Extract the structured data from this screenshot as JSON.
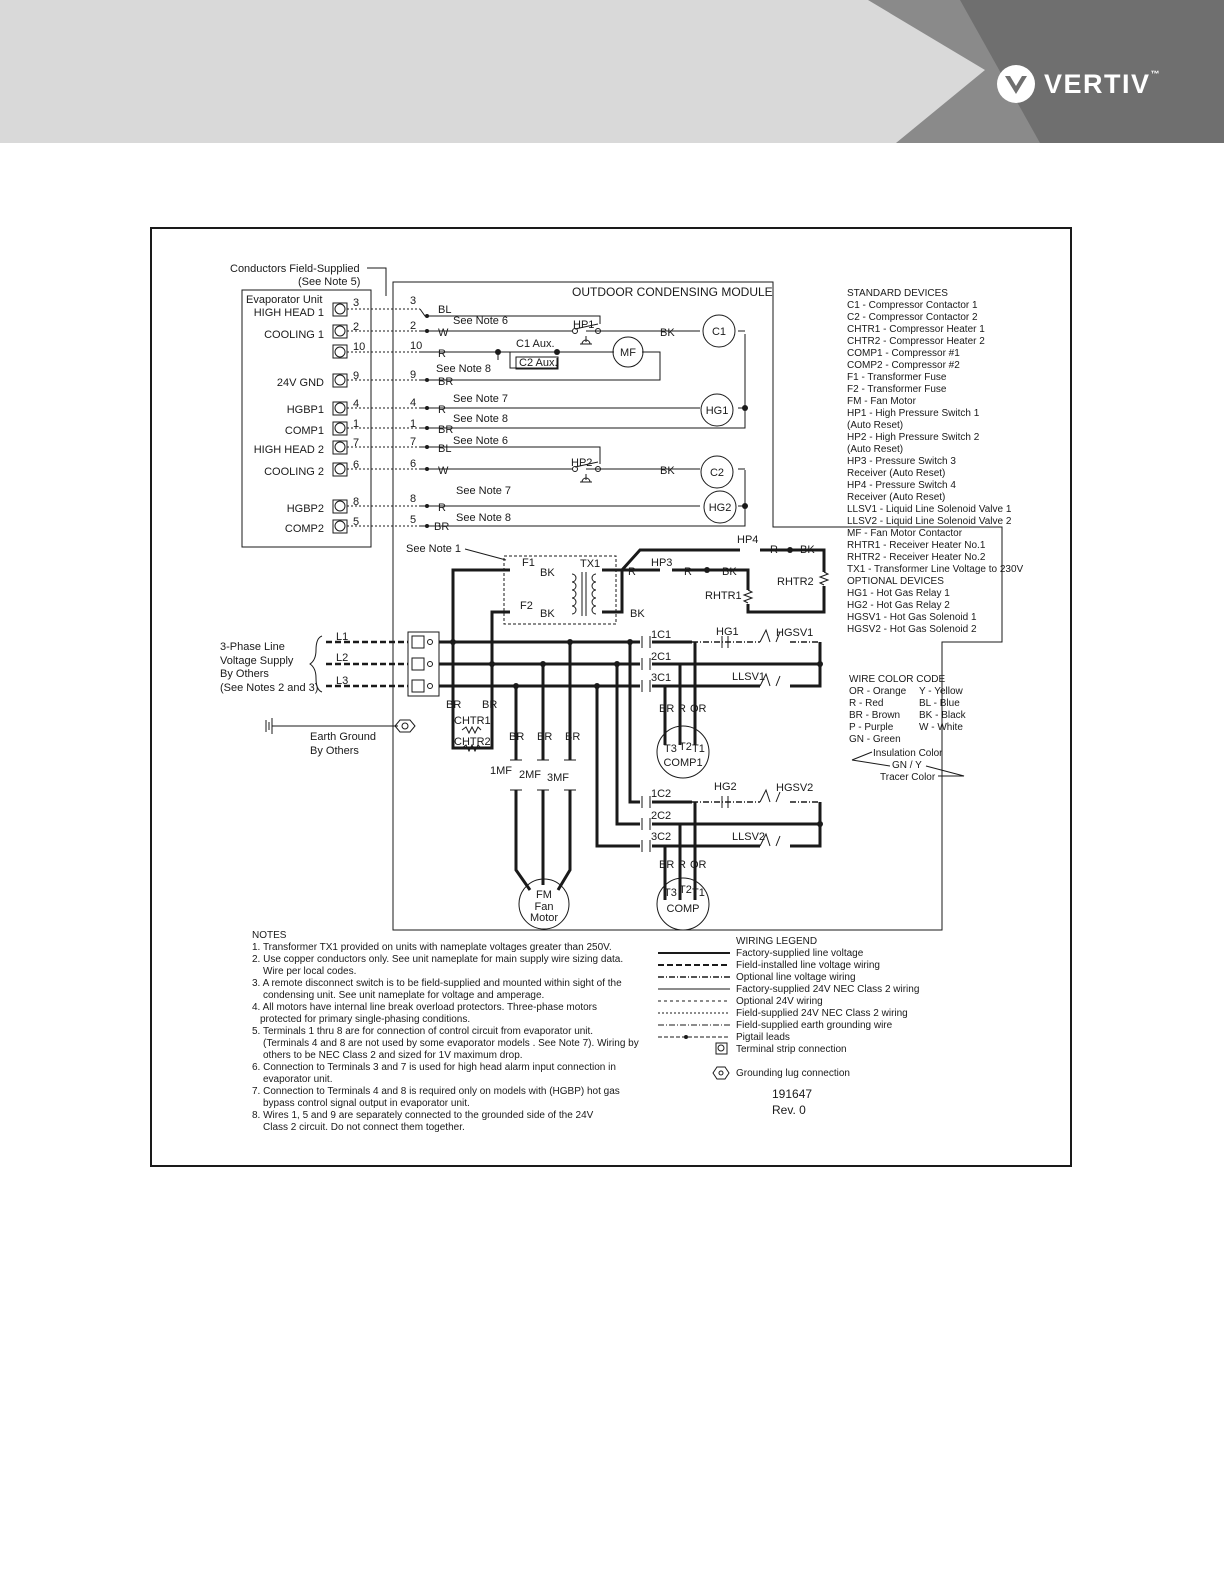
{
  "brand": {
    "name": "VERTIV",
    "tm": "™"
  },
  "diagram": {
    "field_supplied_label": [
      "Conductors Field-Supplied",
      "(See Note 5)"
    ],
    "evaporator_unit_label": "Evaporator Unit",
    "module_title": "OUTDOOR CONDENSING MODULE",
    "terminal_labels": [
      {
        "name": "HIGH HEAD 1",
        "num": "3"
      },
      {
        "name": "COOLING 1",
        "num": "2"
      },
      {
        "name": "",
        "num": "10"
      },
      {
        "name": "24V GND",
        "num": "9"
      },
      {
        "name": "HGBP1",
        "num": "4"
      },
      {
        "name": "COMP1",
        "num": "1"
      },
      {
        "name": "HIGH HEAD 2",
        "num": "7"
      },
      {
        "name": "COOLING 2",
        "num": "6"
      },
      {
        "name": "HGBP2",
        "num": "8"
      },
      {
        "name": "COMP2",
        "num": "5"
      }
    ],
    "wire_labels": {
      "bl": "BL",
      "w": "W",
      "r": "R",
      "br": "BR",
      "bk": "BK",
      "or": "OR"
    },
    "notes_refs": {
      "n1": "See Note 1",
      "n6": "See Note 6",
      "n7": "See Note 7",
      "n8": "See Note 8"
    },
    "components": {
      "hp1": "HP1",
      "hp2": "HP2",
      "hp3": "HP3",
      "hp4": "HP4",
      "c1": "C1",
      "c2": "C2",
      "hg1": "HG1",
      "hg2": "HG2",
      "mf": "MF",
      "c1aux": "C1 Aux.",
      "c2aux": "C2 Aux.",
      "f1": "F1",
      "f2": "F2",
      "tx1": "TX1",
      "rhtr1": "RHTR1",
      "rhtr2": "RHTR2",
      "chtr1": "CHTR1",
      "chtr2": "CHTR2",
      "c1_1": "1C1",
      "c1_2": "2C1",
      "c1_3": "3C1",
      "c2_1": "1C2",
      "c2_2": "2C2",
      "c2_3": "3C2",
      "hgsv1": "HGSV1",
      "hgsv2": "HGSV2",
      "llsv1": "LLSV1",
      "llsv2": "LLSV2",
      "mf1": "1MF",
      "mf2": "2MF",
      "mf3": "3MF",
      "t3": "T3",
      "t2": "T2",
      "t1": "T1",
      "comp1": "COMP1",
      "comp": "COMP",
      "fm": "FM",
      "fan": "Fan",
      "motor": "Motor",
      "l1": "L1",
      "l2": "L2",
      "l3": "L3"
    },
    "supply_label": [
      "3-Phase Line",
      "Voltage Supply",
      "By Others",
      "(See Notes 2 and 3)"
    ],
    "earth_label": [
      "Earth Ground",
      "By Others"
    ]
  },
  "standard_devices": {
    "title": "STANDARD DEVICES",
    "items": [
      "C1 - Compressor Contactor 1",
      "C2 - Compressor Contactor 2",
      "CHTR1 - Compressor Heater 1",
      "CHTR2 - Compressor Heater 2",
      "COMP1 - Compressor #1",
      "COMP2 - Compressor #2",
      "F1 - Transformer Fuse",
      "F2 - Transformer Fuse",
      "FM - Fan Motor",
      "HP1 - High Pressure Switch 1",
      "(Auto Reset)",
      "HP2 - High Pressure Switch 2",
      "(Auto Reset)",
      "HP3 - Pressure Switch 3",
      "Receiver (Auto Reset)",
      "HP4 - Pressure Switch 4",
      "Receiver (Auto Reset)",
      "LLSV1 - Liquid Line Solenoid Valve 1",
      "LLSV2 - Liquid Line Solenoid Valve 2",
      "MF - Fan Motor Contactor",
      "RHTR1 - Receiver Heater No.1",
      "RHTR2 - Receiver Heater No.2",
      "TX1 - Transformer Line Voltage to 230V"
    ],
    "optional_title": "OPTIONAL DEVICES",
    "optional_items": [
      "HG1 - Hot Gas Relay 1",
      "HG2 - Hot Gas Relay 2",
      "HGSV1 - Hot Gas Solenoid 1",
      "HGSV2 - Hot Gas Solenoid 2"
    ]
  },
  "wire_color_code": {
    "title": "WIRE COLOR CODE",
    "left": [
      "OR - Orange",
      "R - Red",
      "BR - Brown",
      "P - Purple",
      "GN - Green"
    ],
    "right": [
      "Y - Yellow",
      "BL - Blue",
      "BK - Black",
      "W - White"
    ],
    "insulation": "Insulation Color",
    "gny": "GN / Y",
    "tracer": "Tracer Color"
  },
  "notes": {
    "title": "NOTES",
    "lines": [
      "1. Transformer TX1 provided on units with nameplate voltages greater than 250V.",
      "2. Use copper conductors only. See unit nameplate for main supply wire sizing data.",
      "Wire per local codes.",
      "3. A remote disconnect switch is to be field-supplied and mounted within sight of the",
      "condensing unit. See unit nameplate for voltage and amperage.",
      "4. All motors have internal line break overload protectors. Three-phase motors",
      "protected for primary single-phasing conditions.",
      "5. Terminals 1 thru 8 are for connection of control circuit from evaporator unit.",
      "(Terminals 4 and 8 are not used by some evaporator models . See Note 7). Wiring by",
      "others to be NEC Class 2 and sized for 1V maximum drop.",
      "6. Connection to Terminals 3 and 7 is used for high head alarm input connection in",
      "evaporator unit.",
      "7. Connection to Terminals 4 and 8 is required only on models with (HGBP) hot gas",
      "bypass control signal output in evaporator unit.",
      "8. Wires 1, 5 and 9 are separately connected to the grounded side of the 24V",
      "Class 2 circuit. Do not connect them together."
    ]
  },
  "wiring_legend": {
    "title": "WIRING LEGEND",
    "items": [
      "Factory-supplied line voltage",
      "Field-installed line voltage wiring",
      "Optional line voltage wiring",
      "Factory-supplied 24V NEC Class 2 wiring",
      "Optional 24V wiring",
      "Field-supplied 24V NEC Class 2 wiring",
      "Field-supplied earth grounding wire",
      "Pigtail leads",
      "Terminal strip connection",
      "Grounding lug connection"
    ]
  },
  "drawing_number": "191647",
  "revision": "Rev. 0"
}
